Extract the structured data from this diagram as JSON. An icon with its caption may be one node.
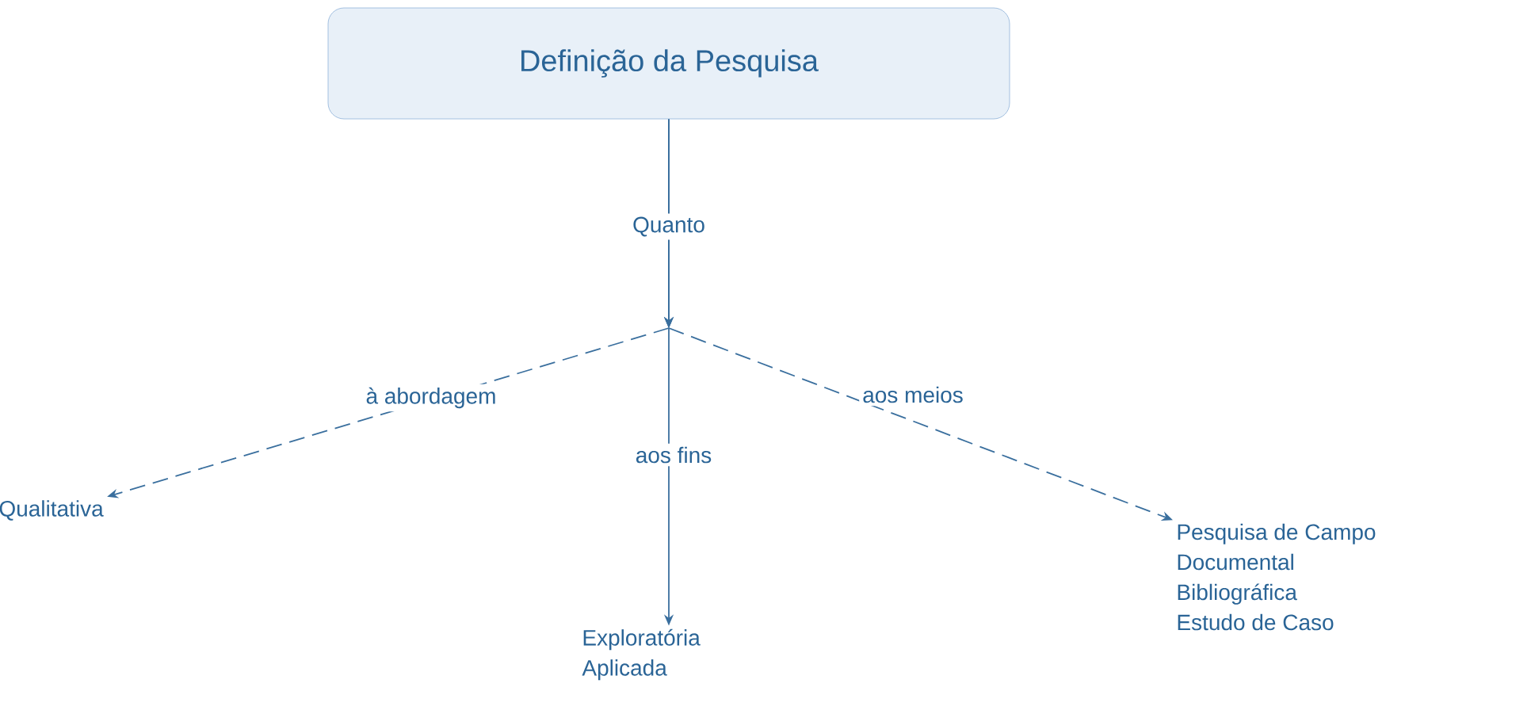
{
  "diagram": {
    "nodes": [
      {
        "text": [
          "Definição da Pesquisa"
        ]
      },
      {
        "text": [
          "Qualitativa"
        ]
      },
      {
        "text": [
          "Exploratória",
          "Aplicada"
        ]
      },
      {
        "text": [
          "Pesquisa de Campo",
          "Documental",
          "Bibliográfica",
          "Estudo de Caso"
        ]
      }
    ],
    "edges": [
      {
        "from": 0,
        "to": 1,
        "arrow": "to",
        "label": "à abordagem",
        "style": "dashed"
      },
      {
        "from": 0,
        "to": 2,
        "arrow": "to",
        "label": "aos fins"
      },
      {
        "from": 0,
        "to": 3,
        "arrow": "to",
        "label": "aos meios",
        "style": "dashed"
      }
    ],
    "labels": [
      "Quanto"
    ]
  }
}
